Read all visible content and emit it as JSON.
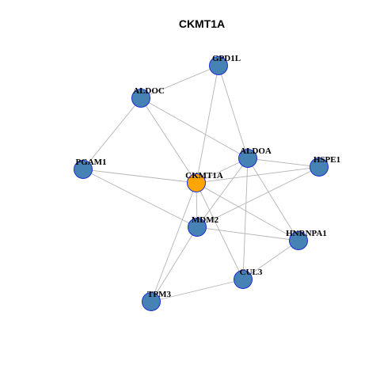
{
  "title": "CKMT1A",
  "colors": {
    "background": "#ffffff",
    "edge": "#b4b4b4",
    "node_default": "#4682b4",
    "node_border": "#1c2ed4",
    "node_focus": "#ffa500",
    "label": "#000000"
  },
  "nodes": [
    {
      "id": "CKMT1A",
      "label": "CKMT1A",
      "focus": true
    },
    {
      "id": "GPD1L",
      "label": "GPD1L",
      "focus": false
    },
    {
      "id": "ALDOC",
      "label": "ALDOC",
      "focus": false
    },
    {
      "id": "ALDOA",
      "label": "ALDOA",
      "focus": false
    },
    {
      "id": "HSPE1",
      "label": "HSPE1",
      "focus": false
    },
    {
      "id": "PGAM1",
      "label": "PGAM1",
      "focus": false
    },
    {
      "id": "MDM2",
      "label": "MDM2",
      "focus": false
    },
    {
      "id": "HNRNPA1",
      "label": "HNRNPA1",
      "focus": false
    },
    {
      "id": "CUL3",
      "label": "CUL3",
      "focus": false
    },
    {
      "id": "TPM3",
      "label": "TPM3",
      "focus": false
    }
  ],
  "edges": [
    [
      "GPD1L",
      "ALDOC"
    ],
    [
      "GPD1L",
      "CKMT1A"
    ],
    [
      "GPD1L",
      "ALDOA"
    ],
    [
      "ALDOC",
      "PGAM1"
    ],
    [
      "ALDOC",
      "CKMT1A"
    ],
    [
      "ALDOC",
      "ALDOA"
    ],
    [
      "ALDOA",
      "CKMT1A"
    ],
    [
      "ALDOA",
      "HSPE1"
    ],
    [
      "ALDOA",
      "MDM2"
    ],
    [
      "ALDOA",
      "HNRNPA1"
    ],
    [
      "ALDOA",
      "CUL3"
    ],
    [
      "PGAM1",
      "CKMT1A"
    ],
    [
      "PGAM1",
      "MDM2"
    ],
    [
      "CKMT1A",
      "HSPE1"
    ],
    [
      "CKMT1A",
      "MDM2"
    ],
    [
      "CKMT1A",
      "HNRNPA1"
    ],
    [
      "CKMT1A",
      "CUL3"
    ],
    [
      "CKMT1A",
      "TPM3"
    ],
    [
      "HSPE1",
      "MDM2"
    ],
    [
      "MDM2",
      "HNRNPA1"
    ],
    [
      "MDM2",
      "TPM3"
    ],
    [
      "HNRNPA1",
      "CUL3"
    ],
    [
      "CUL3",
      "TPM3"
    ]
  ]
}
